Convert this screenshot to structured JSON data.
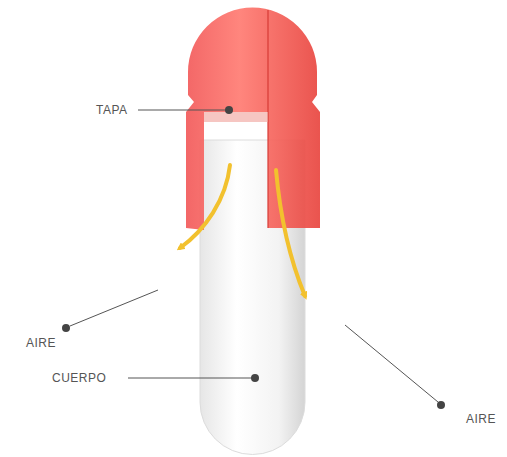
{
  "diagram": {
    "labels": [
      "TAPA",
      "AIRE",
      "CUERPO",
      "AIRE"
    ]
  }
}
